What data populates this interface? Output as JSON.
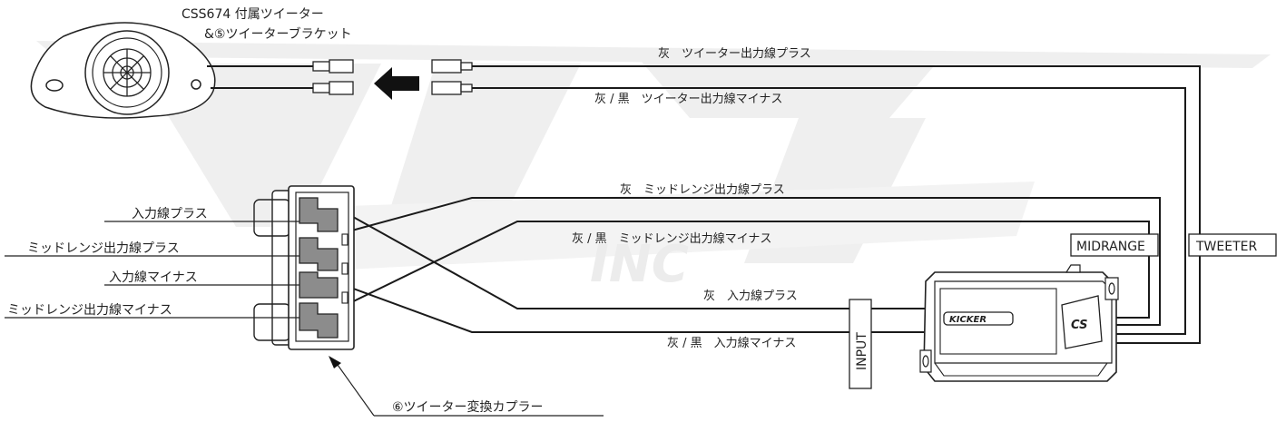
{
  "tweeter": {
    "title_line1": "CSS674 付属ツイーター",
    "title_line2": "&⑤ツイーターブラケット"
  },
  "wires": {
    "tweeter_plus": "灰　ツイーター出力線プラス",
    "tweeter_minus": "灰 / 黒　ツイーター出力線マイナス",
    "mid_plus": "灰　ミッドレンジ出力線プラス",
    "mid_minus": "灰 / 黒　ミッドレンジ出力線マイナス",
    "input_plus": "灰　入力線プラス",
    "input_minus": "灰 / 黒　入力線マイナス"
  },
  "coupler_labels": {
    "input_plus": "入力線プラス",
    "mid_plus": "ミッドレンジ出力線プラス",
    "input_minus": "入力線マイナス",
    "mid_minus": "ミッドレンジ出力線マイナス"
  },
  "coupler_caption": "⑥ツイーター変換カプラー",
  "tags": {
    "midrange": "MIDRANGE",
    "tweeter": "TWEETER",
    "input": "INPUT"
  },
  "crossover": {
    "brand": "KICKER",
    "model": "CS"
  },
  "watermark": {
    "text": "INC"
  },
  "colors": {
    "wire": "#1a1a1a",
    "terminal_fill": "#8c8c8c",
    "watermark": "#eeeeee"
  }
}
